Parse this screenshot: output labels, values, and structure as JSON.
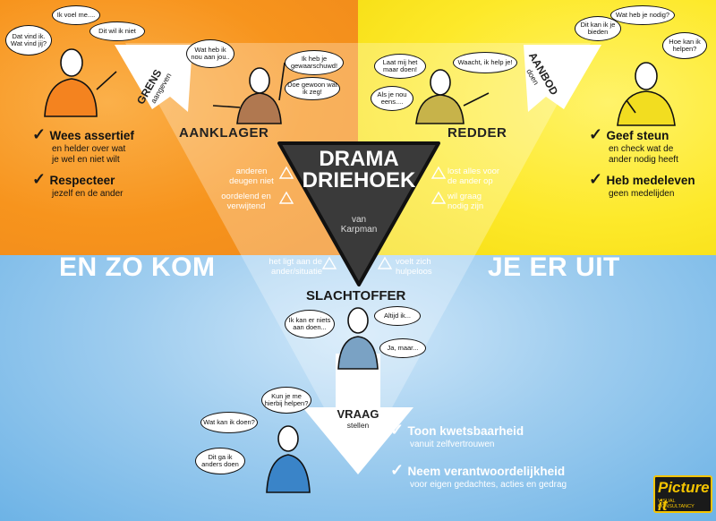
{
  "diagram": {
    "title_line1": "DRAMA",
    "title_line2": "DRIEHOEK",
    "attribution_line1": "van",
    "attribution_line2": "Karpman",
    "banner_left": "EN ZO KOM",
    "banner_right": "JE ER UIT"
  },
  "roles": {
    "aanklager": "AANKLAGER",
    "redder": "REDDER",
    "slachtoffer": "SLACHTOFFER"
  },
  "traits": {
    "aanklager_1": [
      "anderen",
      "deugen niet"
    ],
    "aanklager_2": [
      "oordelend en",
      "verwijtend"
    ],
    "redder_1": [
      "lost alles voor",
      "de ander op"
    ],
    "redder_2": [
      "wil graag",
      "nodig zijn"
    ],
    "slachtoffer_1": [
      "het ligt aan de",
      "ander/situatie"
    ],
    "slachtoffer_2": [
      "voelt zich",
      "hulpeloos"
    ]
  },
  "arrows": {
    "grens": {
      "label": "GRENS",
      "sub": "aangeven"
    },
    "aanbod": {
      "label": "AANBOD",
      "sub": "doen"
    },
    "vraag": {
      "label": "VRAAG",
      "sub": "stellen"
    }
  },
  "advice": {
    "left": [
      {
        "head": "Wees assertief",
        "sub": [
          "en helder over wat",
          "je wel en niet wilt"
        ]
      },
      {
        "head": "Respecteer",
        "sub": [
          "jezelf en de ander"
        ]
      }
    ],
    "right": [
      {
        "head": "Geef steun",
        "sub": [
          "en check wat de",
          "ander nodig heeft"
        ]
      },
      {
        "head": "Heb medeleven",
        "sub": [
          "geen medelijden"
        ]
      }
    ],
    "bottom": [
      {
        "head": "Toon kwetsbaarheid",
        "sub": [
          "vanuit zelfvertrouwen"
        ]
      },
      {
        "head": "Neem verantwoordelijkheid",
        "sub": [
          "voor eigen gedachtes, acties en gedrag"
        ]
      }
    ]
  },
  "bubbles": {
    "tl_1": "Ik voel me....",
    "tl_2": "Dat vind ik. Wat vind jij?",
    "tl_3": "Dit wil ik niet",
    "ak_1": "Wat heb ik nou aan jou..",
    "ak_2": "Ik heb je gewaarschuwd!",
    "ak_3": "Doe gewoon wat ik zeg!",
    "rd_1": "Laat mij het maar doen!",
    "rd_2": "Waacht, ik help je!",
    "rd_3": "Als je nou eens....",
    "tr_1": "Dit kan ik je bieden",
    "tr_2": "Wat heb je nodig?",
    "tr_3": "Hoe kan ik helpen?",
    "sl_1": "Ik kan er niets aan doen...",
    "sl_2": "Altijd ik...",
    "sl_3": "Ja, maar...",
    "bt_1": "Kun je me hierbij helpen?",
    "bt_2": "Wat kan ik doen?",
    "bt_3": "Dit ga ik anders doen"
  },
  "logo": {
    "main": "Picture it",
    "sub": "VISUAL CONSULTANCY"
  },
  "colors": {
    "orange": "#f7941d",
    "yellow": "#fde92a",
    "blue": "#6db3e6",
    "triangle": "#3a3a3a"
  }
}
